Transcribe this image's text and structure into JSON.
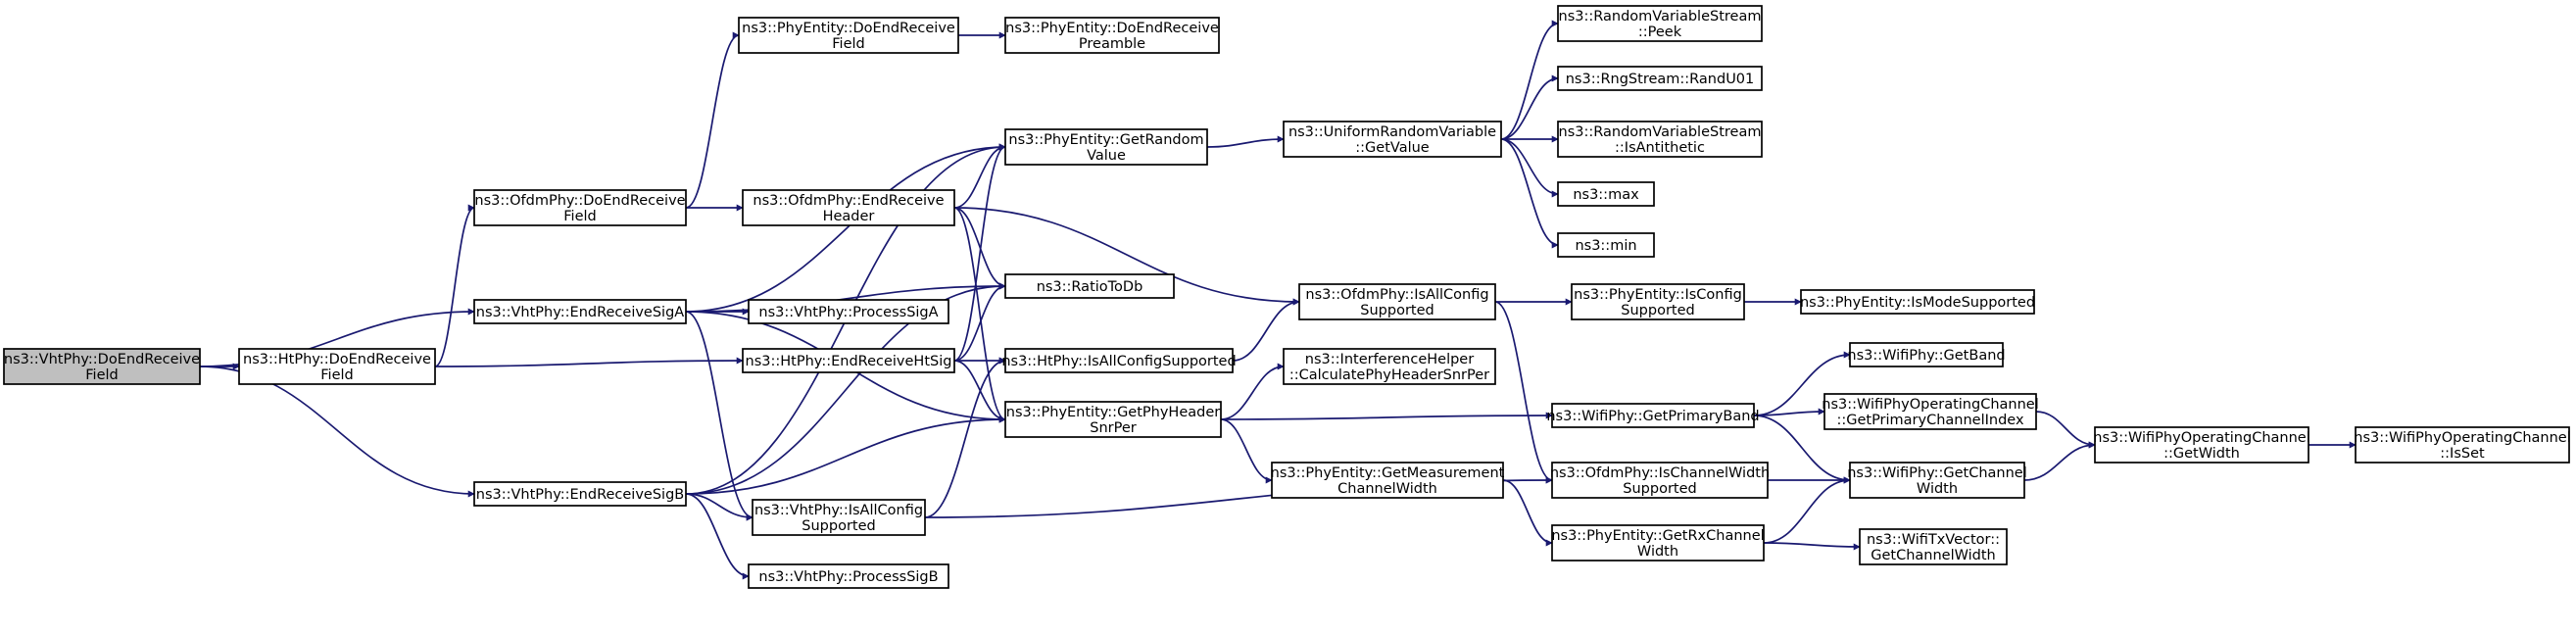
{
  "colors": {
    "node_border": "#000000",
    "node_fill": "#ffffff",
    "root_fill": "#bfbfbf",
    "edge": "#191970",
    "text": "#000000"
  },
  "nodes": [
    {
      "id": "n0",
      "lines": [
        "ns3::VhtPhy::DoEndReceive",
        "Field"
      ],
      "root": true
    },
    {
      "id": "n1",
      "lines": [
        "ns3::HtPhy::DoEndReceive",
        "Field"
      ]
    },
    {
      "id": "n2",
      "lines": [
        "ns3::VhtPhy::EndReceiveSigA"
      ]
    },
    {
      "id": "n3",
      "lines": [
        "ns3::VhtPhy::EndReceiveSigB"
      ]
    },
    {
      "id": "n4",
      "lines": [
        "ns3::OfdmPhy::DoEndReceive",
        "Field"
      ]
    },
    {
      "id": "n5",
      "lines": [
        "ns3::HtPhy::EndReceiveHtSig"
      ]
    },
    {
      "id": "n6",
      "lines": [
        "ns3::PhyEntity::DoEndReceive",
        "Field"
      ]
    },
    {
      "id": "n7",
      "lines": [
        "ns3::OfdmPhy::EndReceive",
        "Header"
      ]
    },
    {
      "id": "n8",
      "lines": [
        "ns3::VhtPhy::ProcessSigA"
      ]
    },
    {
      "id": "n9",
      "lines": [
        "ns3::VhtPhy::IsAllConfig",
        "Supported"
      ]
    },
    {
      "id": "n10",
      "lines": [
        "ns3::VhtPhy::ProcessSigB"
      ]
    },
    {
      "id": "n11",
      "lines": [
        "ns3::PhyEntity::DoEndReceive",
        "Preamble"
      ]
    },
    {
      "id": "n12",
      "lines": [
        "ns3::PhyEntity::GetRandom",
        "Value"
      ]
    },
    {
      "id": "n13",
      "lines": [
        "ns3::RatioToDb"
      ]
    },
    {
      "id": "n14",
      "lines": [
        "ns3::HtPhy::IsAllConfigSupported"
      ]
    },
    {
      "id": "n15",
      "lines": [
        "ns3::PhyEntity::GetPhyHeader",
        "SnrPer"
      ]
    },
    {
      "id": "n16",
      "lines": [
        "ns3::UniformRandomVariable",
        "::GetValue"
      ]
    },
    {
      "id": "n17",
      "lines": [
        "ns3::OfdmPhy::IsAllConfig",
        "Supported"
      ]
    },
    {
      "id": "n18",
      "lines": [
        "ns3::InterferenceHelper",
        "::CalculatePhyHeaderSnrPer"
      ]
    },
    {
      "id": "n19",
      "lines": [
        "ns3::PhyEntity::GetMeasurement",
        "ChannelWidth"
      ]
    },
    {
      "id": "n20",
      "lines": [
        "ns3::RandomVariableStream",
        "::Peek"
      ]
    },
    {
      "id": "n21",
      "lines": [
        "ns3::RngStream::RandU01"
      ]
    },
    {
      "id": "n22",
      "lines": [
        "ns3::RandomVariableStream",
        "::IsAntithetic"
      ]
    },
    {
      "id": "n23",
      "lines": [
        "ns3::max"
      ]
    },
    {
      "id": "n24",
      "lines": [
        "ns3::min"
      ]
    },
    {
      "id": "n25",
      "lines": [
        "ns3::PhyEntity::IsConfig",
        "Supported"
      ]
    },
    {
      "id": "n26",
      "lines": [
        "ns3::WifiPhy::GetPrimaryBand"
      ]
    },
    {
      "id": "n27",
      "lines": [
        "ns3::OfdmPhy::IsChannelWidth",
        "Supported"
      ]
    },
    {
      "id": "n28",
      "lines": [
        "ns3::PhyEntity::GetRxChannel",
        "Width"
      ]
    },
    {
      "id": "n29",
      "lines": [
        "ns3::PhyEntity::IsModeSupported"
      ]
    },
    {
      "id": "n30",
      "lines": [
        "ns3::WifiPhy::GetBand"
      ]
    },
    {
      "id": "n31",
      "lines": [
        "ns3::WifiPhyOperatingChannel",
        "::GetPrimaryChannelIndex"
      ]
    },
    {
      "id": "n32",
      "lines": [
        "ns3::WifiPhy::GetChannel",
        "Width"
      ]
    },
    {
      "id": "n33",
      "lines": [
        "ns3::WifiTxVector::",
        "GetChannelWidth"
      ]
    },
    {
      "id": "n34",
      "lines": [
        "ns3::WifiPhyOperatingChannel",
        "::GetWidth"
      ]
    },
    {
      "id": "n35",
      "lines": [
        "ns3::WifiPhyOperatingChannel",
        "::IsSet"
      ]
    }
  ],
  "edges": [
    [
      "n0",
      "n1"
    ],
    [
      "n0",
      "n2"
    ],
    [
      "n0",
      "n3"
    ],
    [
      "n1",
      "n4"
    ],
    [
      "n1",
      "n5"
    ],
    [
      "n4",
      "n6"
    ],
    [
      "n4",
      "n7"
    ],
    [
      "n6",
      "n11"
    ],
    [
      "n7",
      "n12"
    ],
    [
      "n7",
      "n13"
    ],
    [
      "n7",
      "n15"
    ],
    [
      "n7",
      "n17"
    ],
    [
      "n2",
      "n12"
    ],
    [
      "n2",
      "n13"
    ],
    [
      "n2",
      "n8"
    ],
    [
      "n2",
      "n9"
    ],
    [
      "n2",
      "n15"
    ],
    [
      "n5",
      "n12"
    ],
    [
      "n5",
      "n13"
    ],
    [
      "n5",
      "n14"
    ],
    [
      "n5",
      "n15"
    ],
    [
      "n3",
      "n12"
    ],
    [
      "n3",
      "n13"
    ],
    [
      "n3",
      "n9"
    ],
    [
      "n3",
      "n10"
    ],
    [
      "n3",
      "n15"
    ],
    [
      "n9",
      "n14"
    ],
    [
      "n9",
      "n27"
    ],
    [
      "n14",
      "n17"
    ],
    [
      "n12",
      "n16"
    ],
    [
      "n16",
      "n20"
    ],
    [
      "n16",
      "n21"
    ],
    [
      "n16",
      "n22"
    ],
    [
      "n16",
      "n23"
    ],
    [
      "n16",
      "n24"
    ],
    [
      "n17",
      "n25"
    ],
    [
      "n17",
      "n27"
    ],
    [
      "n25",
      "n29"
    ],
    [
      "n15",
      "n18"
    ],
    [
      "n15",
      "n19"
    ],
    [
      "n15",
      "n26"
    ],
    [
      "n19",
      "n28"
    ],
    [
      "n26",
      "n30"
    ],
    [
      "n26",
      "n31"
    ],
    [
      "n26",
      "n32"
    ],
    [
      "n27",
      "n32"
    ],
    [
      "n28",
      "n32"
    ],
    [
      "n28",
      "n33"
    ],
    [
      "n31",
      "n34"
    ],
    [
      "n32",
      "n34"
    ],
    [
      "n34",
      "n35"
    ]
  ]
}
